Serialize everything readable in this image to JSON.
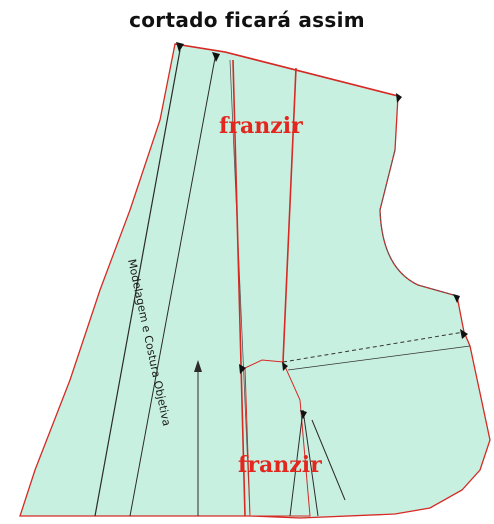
{
  "title": "cortado ficará assim",
  "labels": {
    "franzir_top": "franzir",
    "franzir_bottom": "franzir",
    "watermark": "Modelagem e Costura Objetiva"
  },
  "colors": {
    "pattern_fill": "#c8f0e1",
    "cut_line": "#d62a25",
    "fold_line": "#2b2b2b",
    "label_red": "#e3271f"
  }
}
